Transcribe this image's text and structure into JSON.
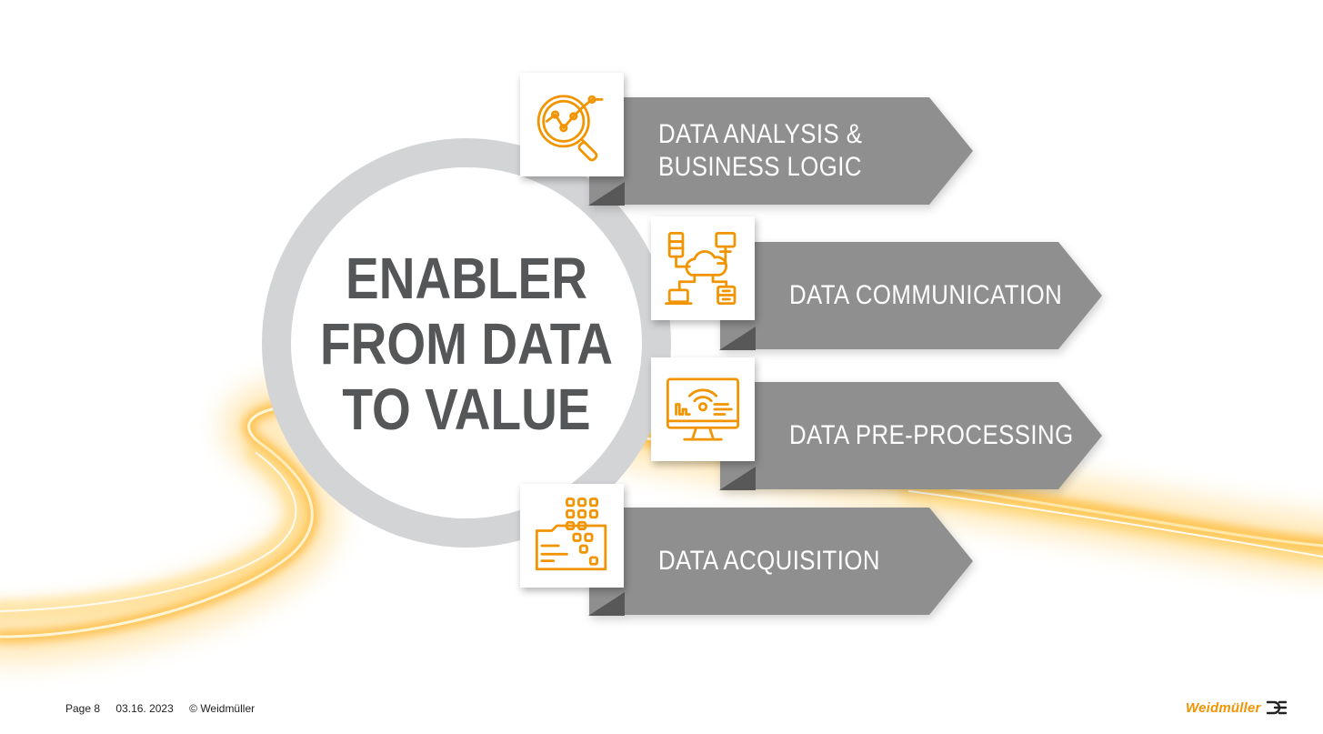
{
  "colors": {
    "accent": "#f29400",
    "banner": "#8f8f90",
    "banner_fold": "#585858",
    "ring": "#d3d4d5",
    "title_text": "#555657"
  },
  "center": {
    "lines": [
      "ENABLER",
      "FROM DATA",
      "TO VALUE"
    ]
  },
  "steps": [
    {
      "label_lines": [
        "DATA ANALYSIS &",
        "BUSINESS LOGIC"
      ],
      "icon": "magnifier-chart-icon"
    },
    {
      "label_lines": [
        "DATA COMMUNICATION"
      ],
      "icon": "cloud-network-icon"
    },
    {
      "label_lines": [
        "DATA PRE-PROCESSING"
      ],
      "icon": "monitor-wifi-chart-icon"
    },
    {
      "label_lines": [
        "DATA ACQUISITION"
      ],
      "icon": "folder-data-icon"
    }
  ],
  "footer": {
    "page": "Page 8",
    "date": "03.16. 2023",
    "copyright": "© Weidmüller"
  },
  "logo": {
    "text": "Weidmüller",
    "icon": "weidmuller-mark-icon"
  }
}
